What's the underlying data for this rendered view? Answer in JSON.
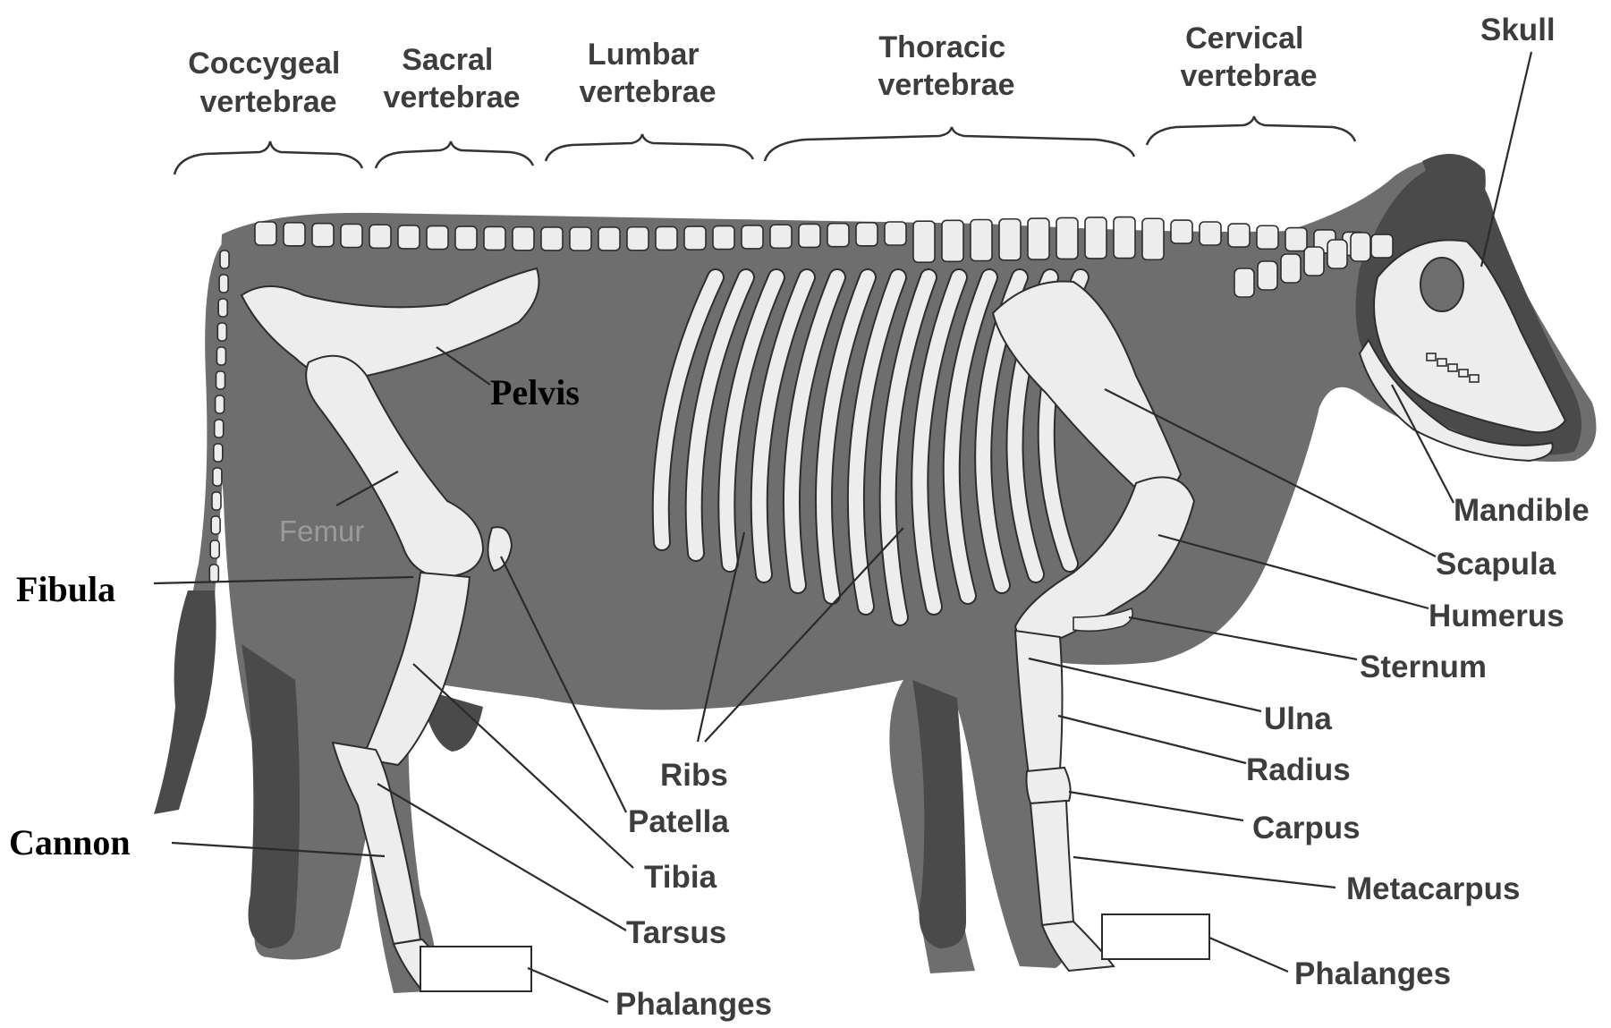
{
  "regions": {
    "coccygeal": "Coccygeal vertebrae",
    "sacral": "Sacral vertebrae",
    "lumbar": "Lumbar vertebrae",
    "thoracic": "Thoracic vertebrae",
    "cervical": "Cervical vertebrae"
  },
  "labels": {
    "skull": "Skull",
    "pelvis": "Pelvis",
    "femur": "Femur",
    "fibula": "Fibula",
    "cannon": "Cannon",
    "ribs": "Ribs",
    "patella": "Patella",
    "tibia": "Tibia",
    "tarsus": "Tarsus",
    "phalanges_hind": "Phalanges",
    "mandible": "Mandible",
    "scapula": "Scapula",
    "humerus": "Humerus",
    "sternum": "Sternum",
    "ulna": "Ulna",
    "radius": "Radius",
    "carpus": "Carpus",
    "metacarpus": "Metacarpus",
    "phalanges_fore": "Phalanges"
  },
  "colors": {
    "body": "#6e6e6e",
    "bone": "#ededed",
    "label_text": "#3d3d3d"
  }
}
